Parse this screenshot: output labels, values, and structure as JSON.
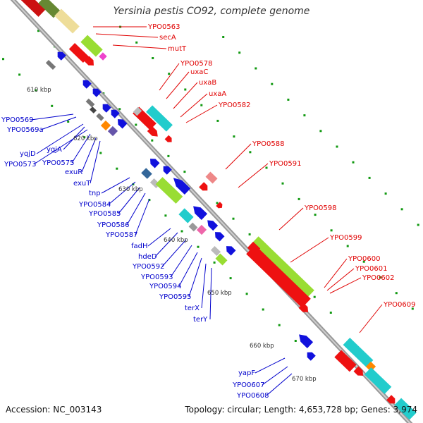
{
  "title": "Yersinia pestis CO92, complete genome",
  "footer": {
    "accession": "Accession: NC_003143",
    "topology": "Topology: circular; Length: 4,653,728 bp; Genes: 3,974"
  },
  "colors": {
    "forward_label": "#e00000",
    "reverse_label": "#0000cc",
    "red": "#ee1111",
    "blue": "#1111dd",
    "lime": "#99dd33",
    "cyan": "#22cccc",
    "gray": "#777777",
    "green_dot": "#119911",
    "backbone": "#888888"
  },
  "kbp_markers": [
    "610 kbp",
    "620 kbp",
    "630 kbp",
    "640 kbp",
    "650 kbp",
    "660 kbp",
    "670 kbp"
  ],
  "forward_labels": [
    "YPO0563",
    "secA",
    "mutT",
    "YPO0578",
    "uxaC",
    "uxaB",
    "uxaA",
    "YPO0582",
    "YPO0588",
    "YPO0591",
    "YPO0598",
    "YPO0599",
    "YPO0600",
    "YPO0601",
    "YPO0602",
    "YPO0609"
  ],
  "reverse_labels": [
    "YPO0569",
    "YPO0569a",
    "yqjD",
    "yqjA",
    "YPO0573",
    "YPO0575",
    "exuR",
    "exuT",
    "tnp",
    "YPO0584",
    "YPO0585",
    "YPO0586",
    "YPO0587",
    "fadH",
    "hdeD",
    "YPO0592",
    "YPO0593",
    "YPO0594",
    "YPO0595",
    "terX",
    "terY",
    "yapF",
    "YPO0607",
    "YPO0608"
  ]
}
